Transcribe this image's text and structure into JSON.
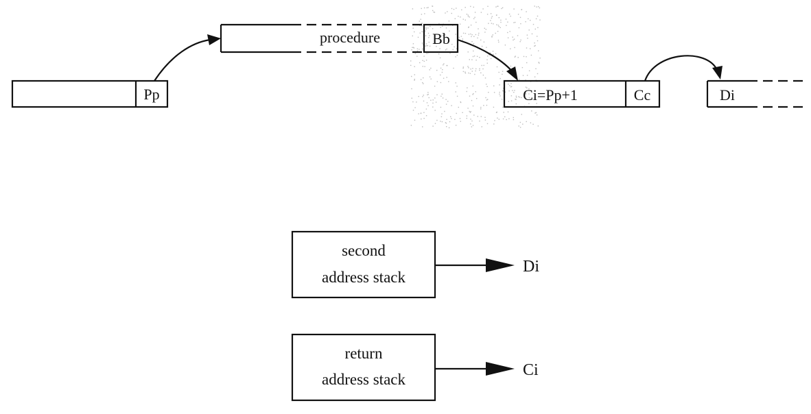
{
  "memory_chain": {
    "cell_pp": "Pp",
    "procedure_label": "procedure",
    "cell_bb": "Bb",
    "cell_ci": "Ci=Pp+1",
    "cell_cc": "Cc",
    "cell_di": "Di"
  },
  "stacks": {
    "second": {
      "line1": "second",
      "line2": "address stack",
      "output": "Di"
    },
    "return": {
      "line1": "return",
      "line2": "address stack",
      "output": "Ci"
    }
  }
}
